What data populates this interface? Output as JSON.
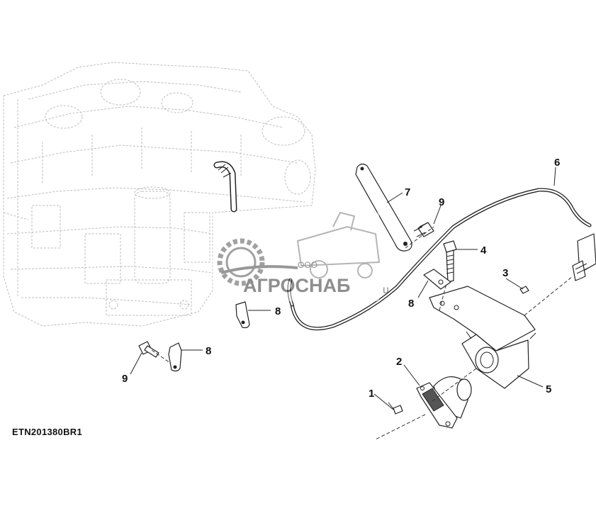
{
  "figure": {
    "id_label": "ETN201380BR1"
  },
  "watermark": {
    "prefix": "ООО",
    "name": "АГРОСНАБ",
    "suffix": "u"
  },
  "callouts": [
    {
      "number": "1",
      "part": "cap-screw"
    },
    {
      "number": "2",
      "part": "trailer-socket"
    },
    {
      "number": "3",
      "part": "nut"
    },
    {
      "number": "4",
      "part": "bolt"
    },
    {
      "number": "5",
      "part": "socket-bracket"
    },
    {
      "number": "6",
      "part": "wiring-harness"
    },
    {
      "number": "7",
      "part": "support-strap"
    },
    {
      "number": "8",
      "part": "clamp"
    },
    {
      "number": "9",
      "part": "cap-screw"
    },
    {
      "number": "8",
      "part": "clamp"
    },
    {
      "number": "8",
      "part": "clamp"
    },
    {
      "number": "9",
      "part": "cap-screw"
    }
  ]
}
